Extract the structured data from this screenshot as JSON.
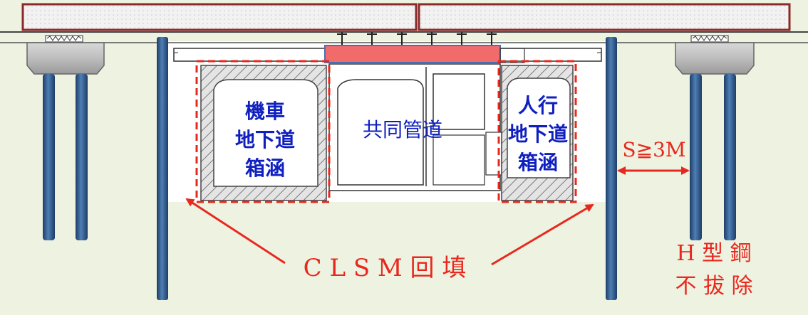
{
  "labels": {
    "motorcycle_tunnel": [
      "機車",
      "地下道",
      "箱涵"
    ],
    "utility_tunnel": "共同管道",
    "pedestrian_tunnel": [
      "人行",
      "地下道",
      "箱涵"
    ],
    "spacing": "S≧3M",
    "clsm": "C L S M 回 填",
    "h_pile": [
      "H 型 鋼",
      "不 拔 除"
    ]
  },
  "colors": {
    "background": "#eef2e0",
    "label_blue": "#1020c0",
    "annotation_red": "#e8281e",
    "pile_blue": "#2f5d91",
    "deck_border": "#8b2a2a",
    "beam_pink": "#f26b6b"
  }
}
